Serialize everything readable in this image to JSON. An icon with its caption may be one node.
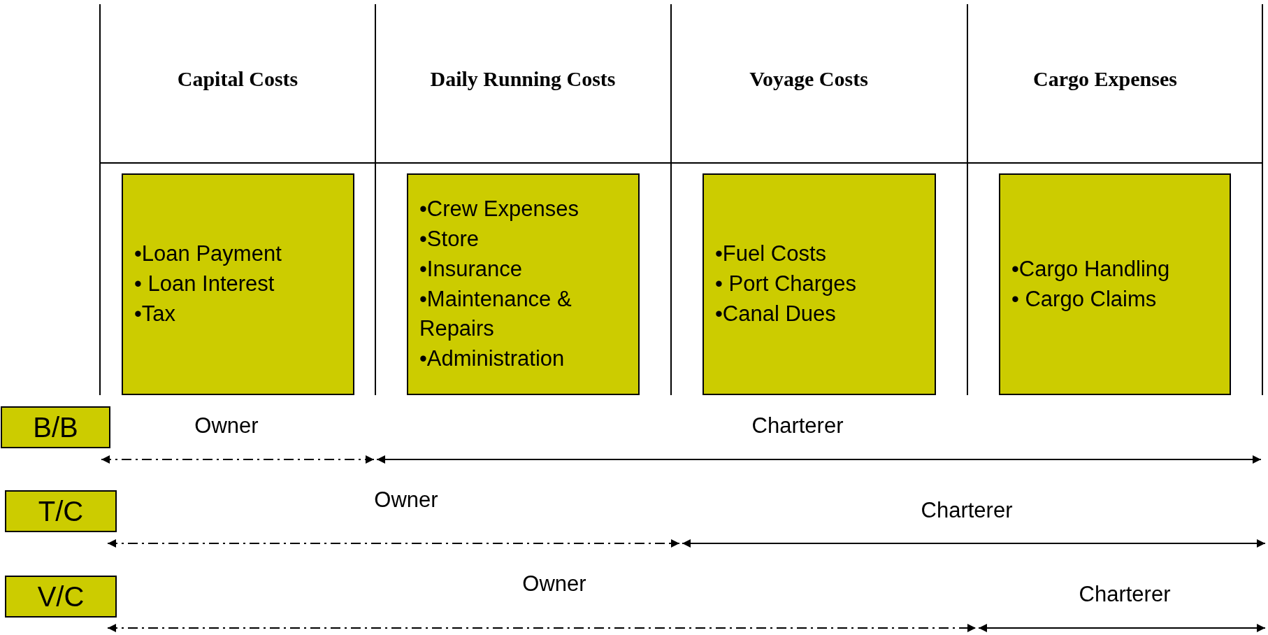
{
  "diagram": {
    "nodes": [
      {
        "text": [
          "•Loan Payment",
          "• Loan Interest",
          "•Tax"
        ]
      },
      {
        "text": [
          "•Crew Expenses",
          "•Store",
          "•Insurance",
          "•Maintenance & Repairs",
          "•Administration"
        ]
      },
      {
        "text": [
          "•Fuel Costs",
          "• Port Charges",
          "•Canal Dues"
        ]
      },
      {
        "text": [
          "•Cargo Handling",
          "• Cargo Claims"
        ]
      },
      {
        "text": [
          "B/B"
        ]
      },
      {
        "text": [
          "T/C"
        ]
      },
      {
        "text": [
          "V/C"
        ]
      }
    ],
    "labels": [
      "Capital Costs",
      "Daily Running Costs",
      "Voyage Costs",
      "Cargo Expenses",
      "Owner",
      "Charterer",
      "Owner",
      "Charterer",
      "Owner",
      "Charterer"
    ]
  }
}
